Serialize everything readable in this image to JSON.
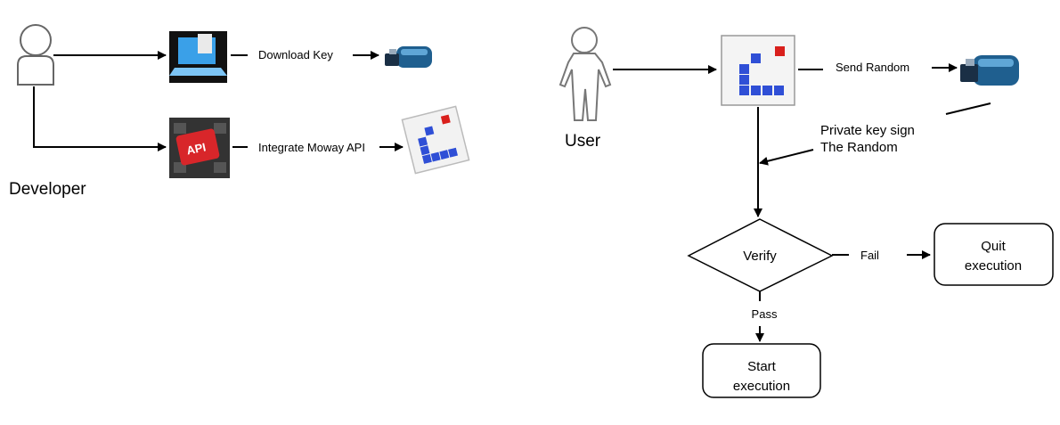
{
  "developer": {
    "label": "Developer",
    "download_label": "Download Key",
    "integrate_label": "Integrate Moway API",
    "api_key_text": "API"
  },
  "user": {
    "label": "User",
    "send_random_label": "Send Random",
    "sign_label_line1": "Private key sign",
    "sign_label_line2": "The Random"
  },
  "flow": {
    "verify_label": "Verify",
    "fail_label": "Fail",
    "pass_label": "Pass",
    "quit_line1": "Quit",
    "quit_line2": "execution",
    "start_line1": "Start",
    "start_line2": "execution"
  },
  "colors": {
    "line": "#000000",
    "app_blue": "#2f4fd6",
    "app_red": "#d9201c",
    "usb_blue": "#1f5f8f",
    "laptop_blue": "#3aa0e8",
    "api_red": "#d8262a"
  }
}
